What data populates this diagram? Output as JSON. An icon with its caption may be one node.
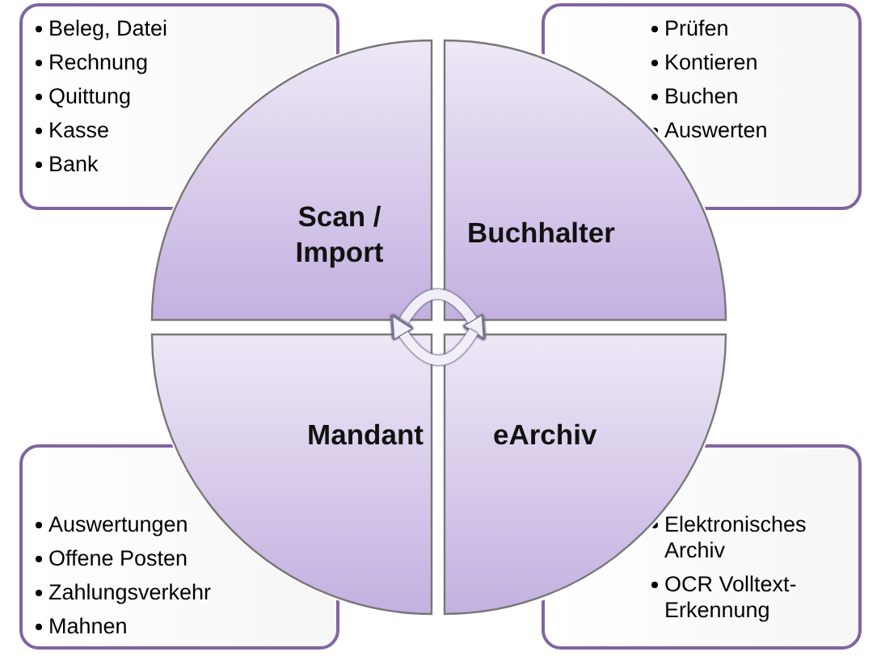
{
  "diagram": {
    "nodes": [
      {
        "text": [
          "Beleg, Datei",
          "Rechnung",
          "Quittung",
          "Kasse",
          "Bank"
        ]
      },
      {
        "text": [
          "Prüfen",
          "Kontieren",
          "Buchen",
          "Auswerten"
        ]
      },
      {
        "text": [
          "Scan / Import"
        ]
      },
      {
        "text": [
          "Buchhalter"
        ]
      },
      {
        "text": [
          "Mandant"
        ]
      },
      {
        "text": [
          "eArchiv"
        ]
      },
      {
        "text": [
          "Auswertungen",
          "Offene Posten",
          "Zahlungsverkehr",
          "Mahnen"
        ]
      },
      {
        "text": [
          "Elektronisches Archiv",
          "OCR Volltext-Erkennung"
        ]
      }
    ],
    "edges": [
      {
        "from": 2,
        "to": 3,
        "arrow": "to"
      },
      {
        "from": 5,
        "to": 4,
        "arrow": "to"
      }
    ]
  }
}
